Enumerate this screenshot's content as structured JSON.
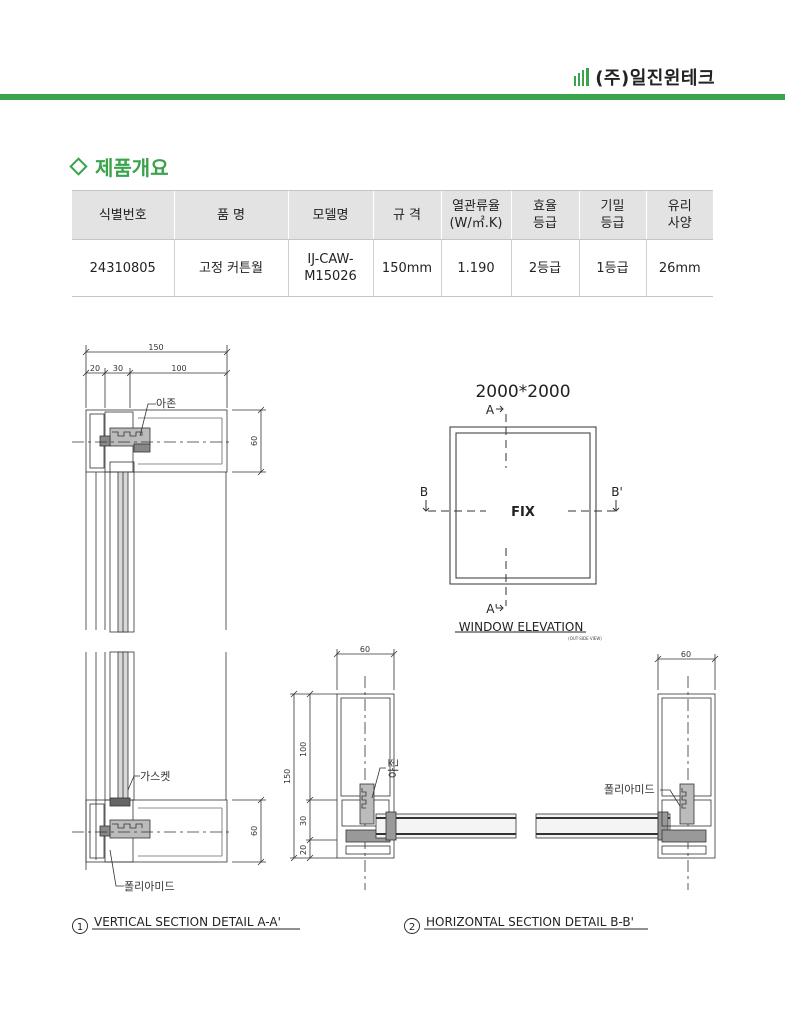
{
  "header": {
    "company": "(주)일진윈테크",
    "brand_color": "#3aa34b"
  },
  "section": {
    "title": "제품개요"
  },
  "table": {
    "headers": [
      "식별번호",
      "품 명",
      "모델명",
      "규 격",
      "열관류율\n(W/㎡.K)",
      "효율\n등급",
      "기밀\n등급",
      "유리\n사양"
    ],
    "rows": [
      [
        "24310805",
        "고정 커튼월",
        "IJ-CAW-\nM15026",
        "150mm",
        "1.190",
        "2등급",
        "1등급",
        "26mm"
      ]
    ]
  },
  "drawings": {
    "vertical": {
      "dims": {
        "total": "150",
        "left": "20",
        "mid": "30",
        "right": "100",
        "height_top": "60",
        "height_bottom": "60"
      },
      "labels": {
        "azon_top": "아존",
        "gasket": "가스켓",
        "polyamide": "폴리아미드"
      },
      "caption_number": "1",
      "caption": "VERTICAL SECTION DETAIL A-A'"
    },
    "elevation": {
      "size": "2000*2000",
      "a_top": "A",
      "a_bottom": "A'",
      "b_left": "B",
      "b_right": "B'",
      "fix": "FIX",
      "caption": "WINDOW ELEVATION",
      "sub_caption": "(OUT-SIDE VIEW)"
    },
    "horizontal": {
      "dims": {
        "left_width": "60",
        "right_width": "60",
        "total": "150",
        "d100": "100",
        "d30": "30",
        "d20": "20"
      },
      "labels": {
        "azon": "아존",
        "polyamide": "폴리아미드"
      },
      "caption_number": "2",
      "caption": "HORIZONTAL SECTION DETAIL B-B'"
    }
  }
}
